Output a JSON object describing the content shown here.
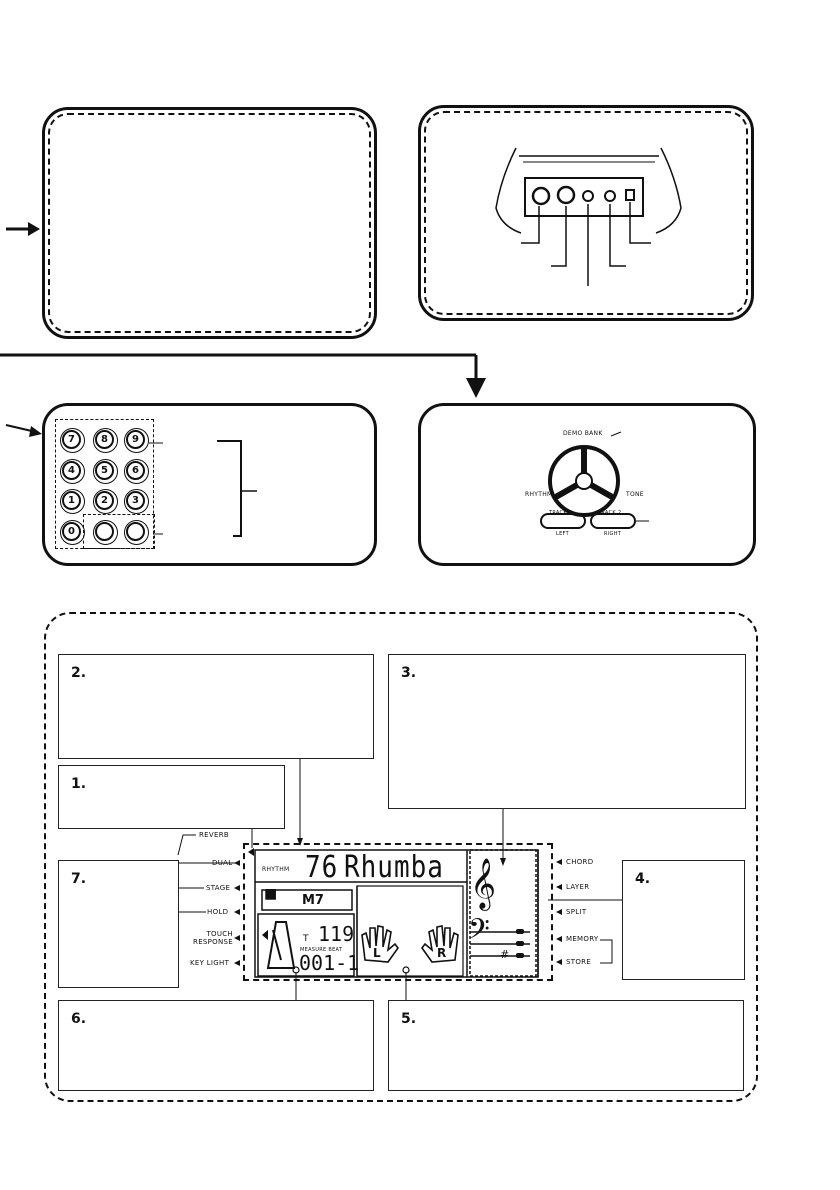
{
  "keypad": {
    "keys": [
      "7",
      "8",
      "9",
      "4",
      "5",
      "6",
      "1",
      "2",
      "3",
      "0"
    ]
  },
  "lcd": {
    "song_label": "RHYTHM",
    "song_number": "76",
    "song_name": "Rhumba",
    "chord": "M7",
    "tempo_label": "T",
    "tempo_value": "119",
    "measure_label": "MEASURE  BEAT",
    "measure_value": "001-1",
    "hand_left": "L",
    "hand_right": "R",
    "sharp": "#"
  },
  "left_indicators": [
    "REVERB",
    "DUAL",
    "STAGE",
    "HOLD",
    "TOUCH RESPONSE",
    "KEY LIGHT"
  ],
  "right_indicators": [
    "CHORD",
    "LAYER",
    "SPLIT",
    "MEMORY",
    "STORE"
  ],
  "callouts": {
    "c1": "1.",
    "c2": "2.",
    "c3": "3.",
    "c4": "4.",
    "c5": "5.",
    "c6": "6.",
    "c7": "7."
  },
  "dial_labels": {
    "top": "DEMO BANK",
    "left": "RHYTHM",
    "right": "TONE",
    "btn_left": "TRACK 1",
    "btn_right": "TRACK 2",
    "btn_left_sub": "LEFT",
    "btn_right_sub": "RIGHT"
  }
}
